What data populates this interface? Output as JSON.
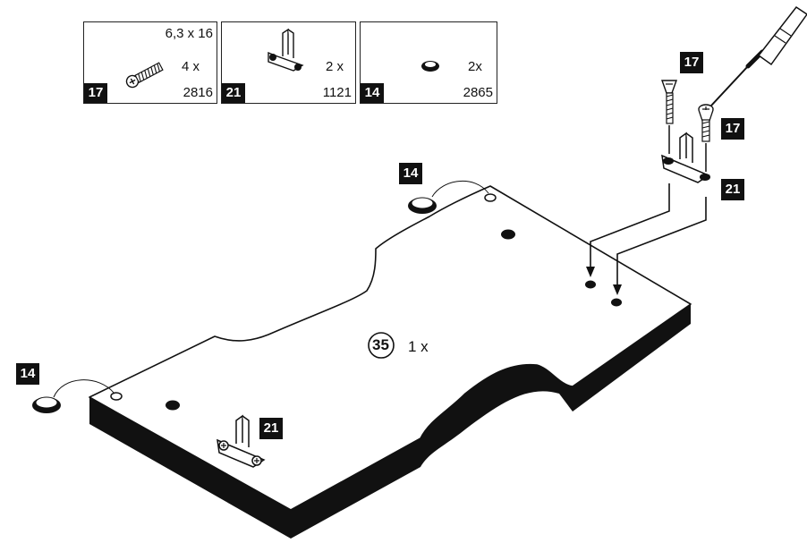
{
  "parts": [
    {
      "id": "17",
      "size": "6,3 x 16",
      "quantity": "4 x",
      "article": "2816",
      "icon": "screw-icon"
    },
    {
      "id": "21",
      "quantity": "2 x",
      "article": "1121",
      "icon": "bracket-icon"
    },
    {
      "id": "14",
      "quantity": "2x",
      "article": "2865",
      "icon": "cap-icon"
    }
  ],
  "main_part": {
    "number": "35",
    "quantity": "1 x"
  },
  "callouts": {
    "screw_left": "17",
    "screw_right": "17",
    "bracket_top": "21",
    "bracket_bottom": "21",
    "cap_top": "14",
    "cap_left": "14"
  },
  "colors": {
    "ink": "#111111",
    "paper": "#ffffff"
  }
}
